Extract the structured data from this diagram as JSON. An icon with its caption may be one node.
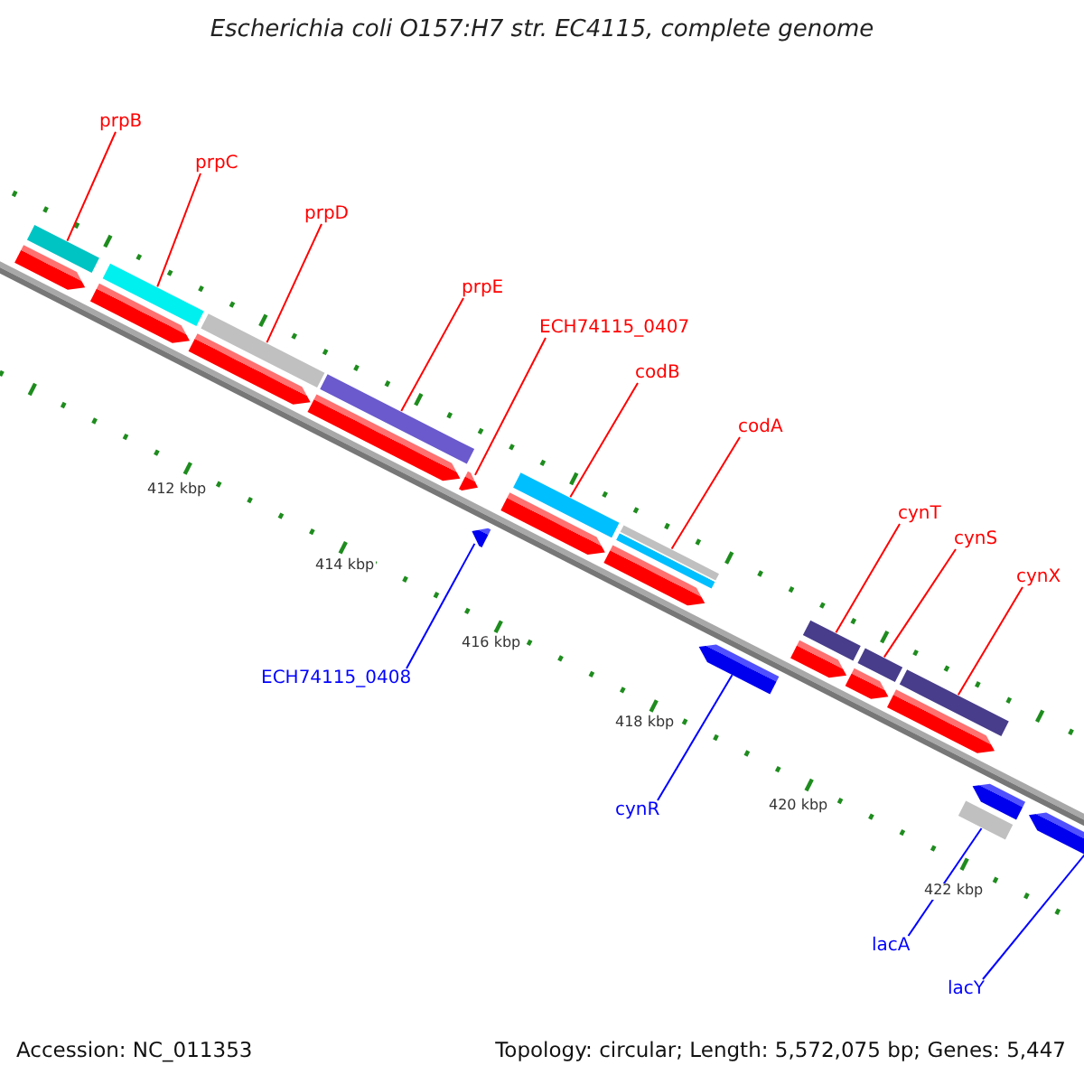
{
  "diagram": {
    "title": "Escherichia coli O157:H7 str. EC4115, complete genome",
    "nodes": [
      {
        "text": [
          "prpB"
        ]
      },
      {
        "text": [
          "prpC"
        ]
      },
      {
        "text": [
          "prpD"
        ]
      },
      {
        "text": [
          "prpE"
        ]
      },
      {
        "text": [
          "ECH74115_0407"
        ]
      },
      {
        "text": [
          "codB"
        ]
      },
      {
        "text": [
          "codA"
        ]
      },
      {
        "text": [
          "cynT"
        ]
      },
      {
        "text": [
          "cynS"
        ]
      },
      {
        "text": [
          "cynX"
        ]
      },
      {
        "text": [
          "ECH74115_0408"
        ]
      },
      {
        "text": [
          "cynR"
        ]
      },
      {
        "text": [
          "lacA"
        ]
      },
      {
        "text": [
          "lacY"
        ]
      },
      {
        "text": [],
        "shape": "bar"
      },
      {
        "text": [],
        "shape": "bar"
      },
      {
        "text": [],
        "shape": "bar"
      },
      {
        "text": [],
        "shape": "bar"
      },
      {
        "text": [],
        "shape": "bar"
      },
      {
        "text": [],
        "shape": "bar"
      },
      {
        "text": [],
        "shape": "bar"
      },
      {
        "text": [],
        "shape": "bar"
      },
      {
        "text": [],
        "shape": "bar"
      },
      {
        "text": [],
        "shape": "bar"
      },
      {
        "text": [],
        "shape": "bar"
      },
      {
        "text": [],
        "shape": "bar"
      },
      {
        "text": [],
        "shape": "bar"
      },
      {
        "text": [],
        "shape": "bar"
      }
    ],
    "edges": [
      {
        "from": 0,
        "to": 14,
        "arrow": "none"
      },
      {
        "from": 1,
        "to": 15,
        "arrow": "none"
      },
      {
        "from": 2,
        "to": 16,
        "arrow": "none"
      },
      {
        "from": 3,
        "to": 17,
        "arrow": "none"
      },
      {
        "from": 4,
        "to": 18,
        "arrow": "none"
      },
      {
        "from": 5,
        "to": 19,
        "arrow": "none"
      },
      {
        "from": 6,
        "to": 20,
        "arrow": "none"
      },
      {
        "from": 7,
        "to": 21,
        "arrow": "none"
      },
      {
        "from": 8,
        "to": 22,
        "arrow": "none"
      },
      {
        "from": 9,
        "to": 23,
        "arrow": "none"
      },
      {
        "from": 10,
        "to": 24,
        "arrow": "none",
        "color": "#0000ff"
      },
      {
        "from": 11,
        "to": 25,
        "arrow": "none",
        "color": "#0000ff"
      },
      {
        "from": 12,
        "to": 26,
        "arrow": "none",
        "color": "#0000ff"
      },
      {
        "from": 13,
        "to": 27,
        "arrow": "none",
        "color": "#0000ff"
      }
    ],
    "labels": [
      "412 kbp",
      "414 kbp",
      "416 kbp",
      "418 kbp",
      "420 kbp",
      "422 kbp",
      "Accession: NC_011353",
      "Topology: circular; Length: 5,572,075 bp; Genes: 5,447"
    ]
  }
}
